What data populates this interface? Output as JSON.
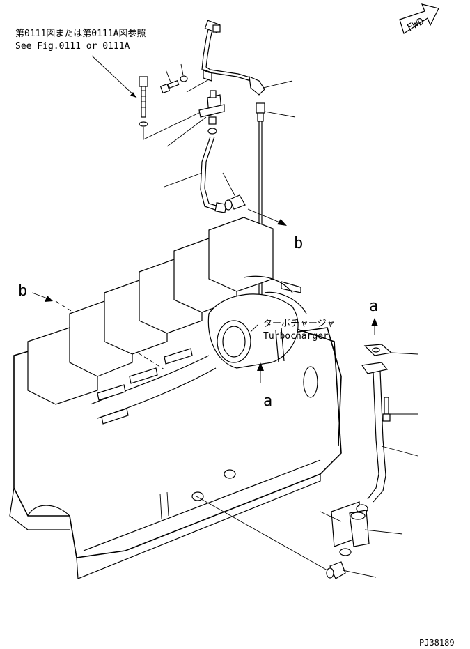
{
  "reference_note": {
    "japanese": "第0111図または第0111A図参照",
    "english": "See Fig.0111 or 0111A"
  },
  "fwd_label": "FWD",
  "turbocharger_label": {
    "japanese": "ターボチャージャ",
    "english": "Turbocharger"
  },
  "callout_letters": {
    "b_upper": "b",
    "b_left": "b",
    "a_right": "a",
    "a_center": "a"
  },
  "drawing_number": "PJ38189"
}
